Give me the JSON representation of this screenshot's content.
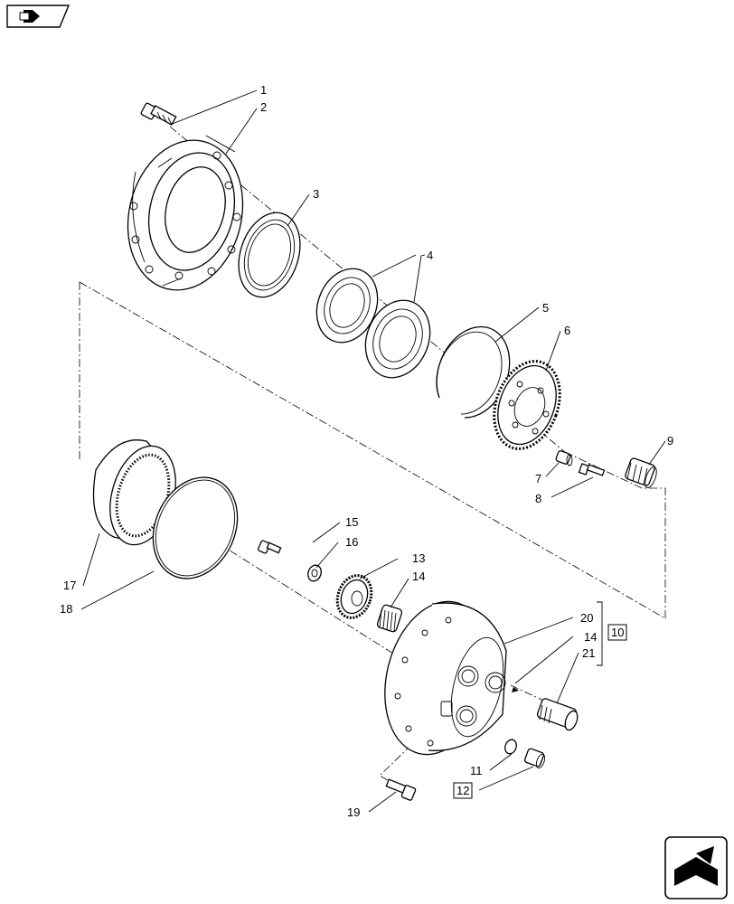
{
  "callouts": [
    {
      "id": "c1",
      "label": "1"
    },
    {
      "id": "c2",
      "label": "2"
    },
    {
      "id": "c3",
      "label": "3"
    },
    {
      "id": "c4",
      "label": "4"
    },
    {
      "id": "c5",
      "label": "5"
    },
    {
      "id": "c6",
      "label": "6"
    },
    {
      "id": "c7",
      "label": "7"
    },
    {
      "id": "c8",
      "label": "8"
    },
    {
      "id": "c9",
      "label": "9"
    },
    {
      "id": "c10",
      "label": "10"
    },
    {
      "id": "c11",
      "label": "11"
    },
    {
      "id": "c12",
      "label": "12"
    },
    {
      "id": "c13",
      "label": "13"
    },
    {
      "id": "c14a",
      "label": "14"
    },
    {
      "id": "c14b",
      "label": "14"
    },
    {
      "id": "c15",
      "label": "15"
    },
    {
      "id": "c16",
      "label": "16"
    },
    {
      "id": "c17",
      "label": "17"
    },
    {
      "id": "c18",
      "label": "18"
    },
    {
      "id": "c19",
      "label": "19"
    },
    {
      "id": "c20",
      "label": "20"
    },
    {
      "id": "c21",
      "label": "21"
    }
  ],
  "nav": {
    "top_icon": "back-arrow-icon",
    "bottom_icon": "next-page-arrow-icon"
  }
}
